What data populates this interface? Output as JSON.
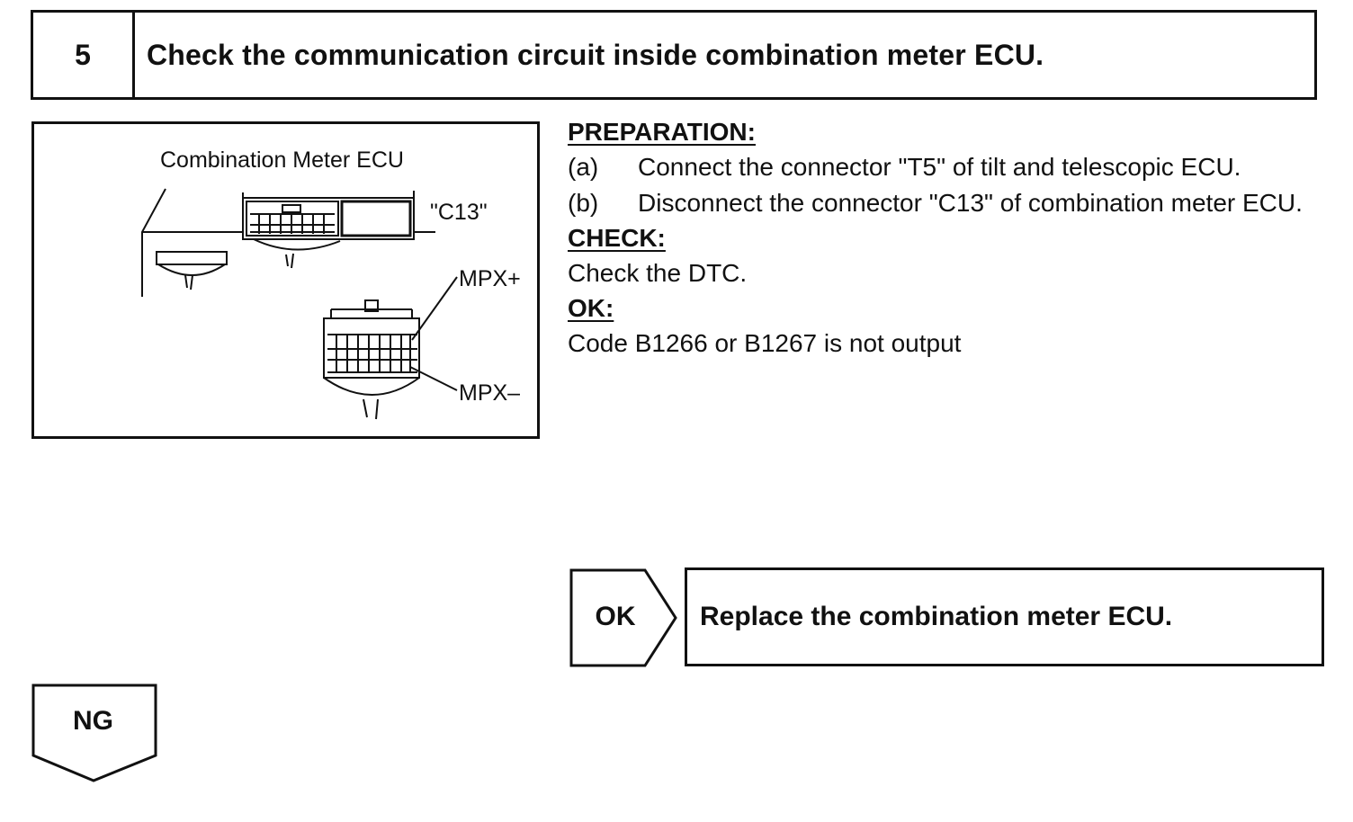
{
  "step": {
    "number": "5",
    "title": "Check the communication circuit inside combination meter ECU."
  },
  "figure": {
    "title": "Combination Meter ECU",
    "connector": "\"C13\"",
    "pin_plus": "MPX+",
    "pin_minus": "MPX–"
  },
  "preparation": {
    "heading": "PREPARATION:",
    "items": [
      {
        "marker": "(a)",
        "text": "Connect the connector \"T5\" of tilt and telescopic ECU."
      },
      {
        "marker": "(b)",
        "text": "Disconnect the connector \"C13\" of combination meter ECU."
      }
    ]
  },
  "check": {
    "heading": "CHECK:",
    "text": "Check the DTC."
  },
  "ok": {
    "heading": "OK:",
    "text": "Code B1266 or B1267 is not output"
  },
  "result_ok": {
    "label": "OK",
    "action": "Replace the combination meter ECU."
  },
  "result_ng": {
    "label": "NG"
  }
}
